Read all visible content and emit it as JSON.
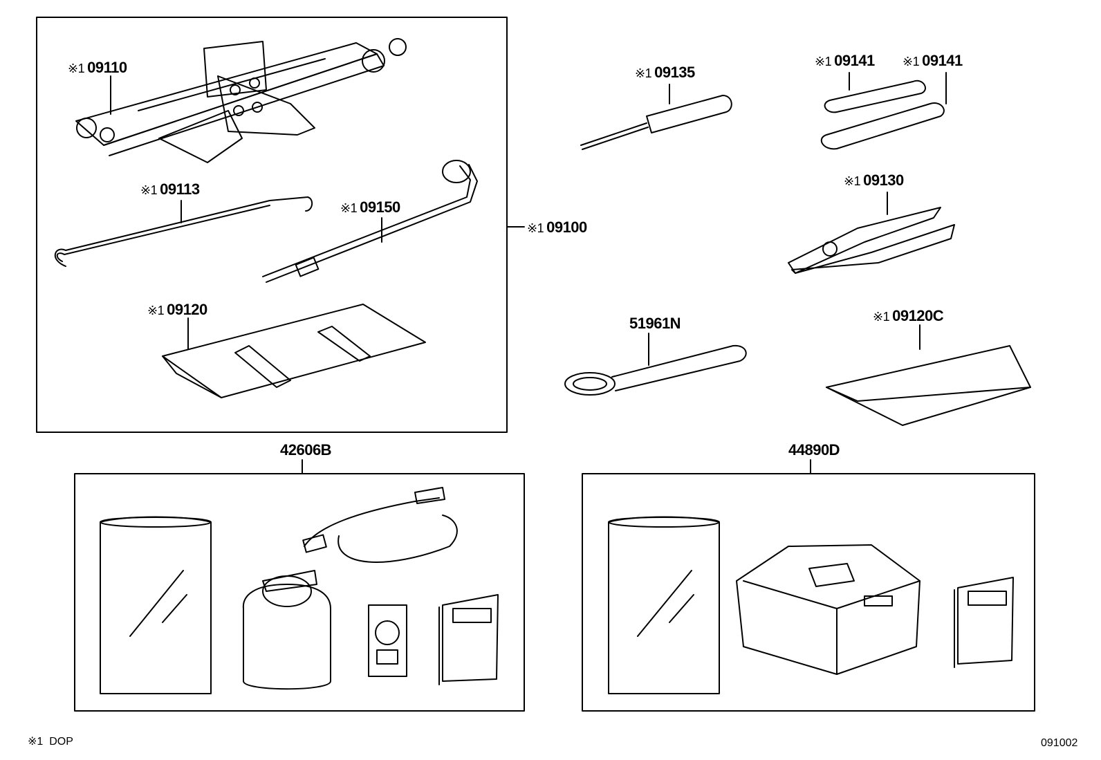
{
  "mark": "※1",
  "labels": {
    "p09110": "09110",
    "p09113": "09113",
    "p09150": "09150",
    "p09120": "09120",
    "p09100": "09100",
    "p09135": "09135",
    "p09141a": "09141",
    "p09141b": "09141",
    "p09130": "09130",
    "p51961N": "51961N",
    "p09120C": "09120C",
    "p42606B": "42606B",
    "p44890D": "44890D"
  },
  "legend": {
    "mark": "※1",
    "text": "DOP"
  },
  "diagram_code": "091002"
}
